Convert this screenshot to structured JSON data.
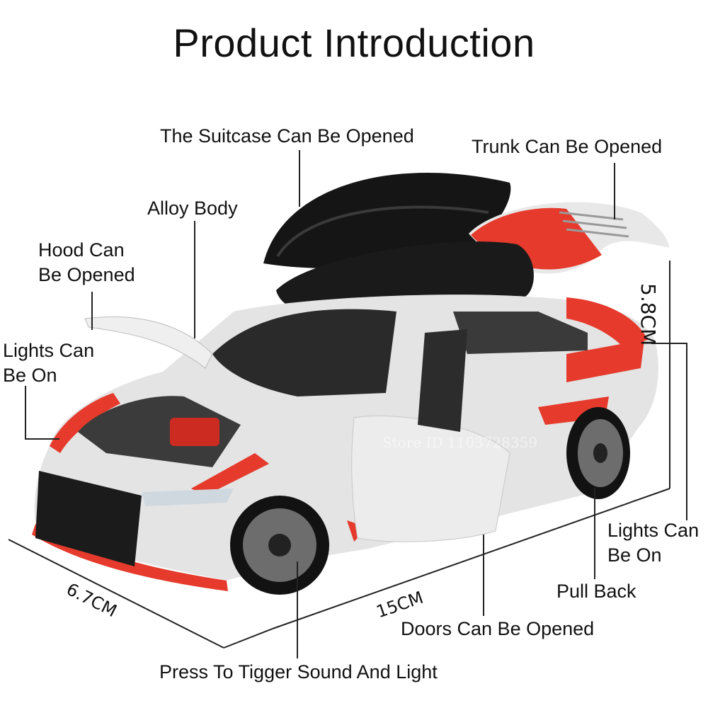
{
  "title": "Product Introduction",
  "callouts": {
    "suitcase": "The Suitcase Can Be Opened",
    "trunk": "Trunk Can Be Opened",
    "alloy": "Alloy Body",
    "hood": [
      "Hood Can",
      "Be Opened"
    ],
    "lights_front": [
      "Lights Can",
      "Be On"
    ],
    "lights_rear": [
      "Lights Can",
      "Be On"
    ],
    "pull_back": "Pull Back",
    "doors": "Doors Can Be Opened",
    "press": "Press To Tigger Sound And Light"
  },
  "dimensions": {
    "height": "5.8CM",
    "width": "6.7CM",
    "length": "15CM"
  },
  "watermark": "Store ID 1103728359",
  "colors": {
    "body": "#e6e6e6",
    "accent": "#e53a2c",
    "dark": "#1b1b1b"
  }
}
